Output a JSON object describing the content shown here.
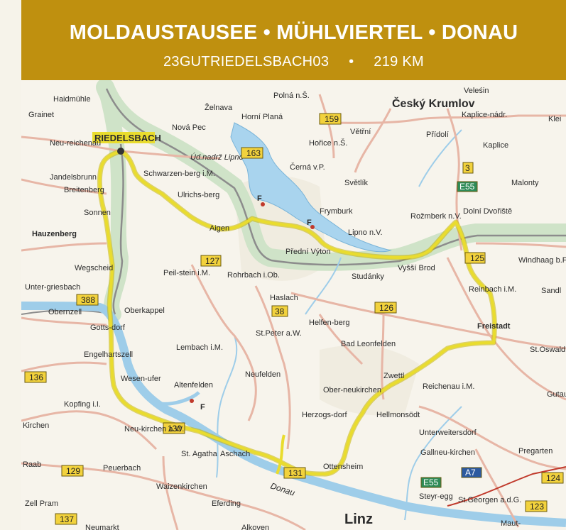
{
  "header": {
    "title": "MOLDAUSTAUSEE • MÜHLVIERTEL • DONAU",
    "code": "23GUTRIEDELSBACH03",
    "separator": "•",
    "distance": "219 KM"
  },
  "colors": {
    "banner": "#bf900f",
    "route": "#e6d21a",
    "water": "#a9d4ee",
    "border_band": "#cfe3c8",
    "road": "#e7b6a6"
  },
  "map": {
    "water_label": "Donau",
    "reservoir_label": "Úd.nadrž Lipno",
    "route_start": "RIEDELSBACH",
    "places": [
      "Haidmühle",
      "Grainet",
      "Neu-reichenau",
      "Jandelsbrunn",
      "Breitenberg",
      "Sonnen",
      "Hauzenberg",
      "Wegscheid",
      "Unter-griesbach",
      "Obernzell",
      "Oberkappel",
      "Gotts-dorf",
      "Engelhartszell",
      "Wesen-ufer",
      "Kopfing i.I.",
      "Neu-kirchen a.W.",
      "St. Agatha",
      "Peuerbach",
      "Waizenkirchen",
      "Eferding",
      "Aschach",
      "Ottensheim",
      "Linz",
      "Altenfelden",
      "Neufelden",
      "Lembach i.M.",
      "St.Peter a.W.",
      "Haslach",
      "Rohrbach i.Ob.",
      "Peil-stein i.M.",
      "Aigen",
      "Ulrichs-berg",
      "Schwarzen-berg i.M.",
      "Nová Pec",
      "Želnava",
      "Horní Planá",
      "Polná n.Š.",
      "Hořice n.Š.",
      "Černá v.P.",
      "Světlík",
      "Frymburk",
      "Lipno n.V.",
      "Přední Výton",
      "Studánky",
      "Vyšší Brod",
      "Rožmberk n.V.",
      "Český Krumlov",
      "Větřní",
      "Přídolí",
      "Kaplice-nádr.",
      "Kaplice",
      "Malonty",
      "Dolní Dvořiště",
      "Veleśin",
      "Windhaag b.Fr.",
      "Reinbach i.M.",
      "Freistadt",
      "Sandl",
      "St.Oswald b.Fr.",
      "Bad Leonfelden",
      "Helfen-berg",
      "Zwettl",
      "Reichenau i.M.",
      "Hellmonsödt",
      "Ober-neukirchen",
      "Herzogs-dorf",
      "Unterweitersdorf",
      "Gallneu-kirchen",
      "Pregarten",
      "Steyr-egg",
      "St.Georgen a.d.G.",
      "Gutau",
      "Maut-",
      "Neumarkt",
      "Alkoven",
      "Zell Pram",
      "Raab",
      "Kirchen",
      "Klei"
    ],
    "road_numbers": [
      "159",
      "163",
      "3",
      "E55",
      "125",
      "127",
      "388",
      "38",
      "126",
      "136",
      "137",
      "130",
      "131",
      "129",
      "124",
      "123",
      "A7",
      "E55"
    ],
    "poi_marker": "F"
  }
}
